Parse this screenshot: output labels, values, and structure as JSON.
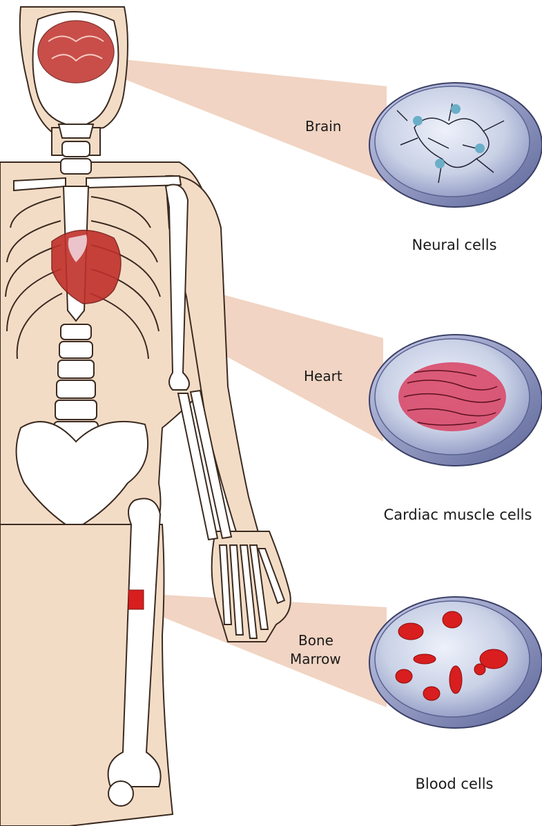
{
  "organs": [
    {
      "id": "brain",
      "label_lines": [
        "Brain"
      ],
      "caption": "Neural cells",
      "dish_cell_color": "#6aaec8"
    },
    {
      "id": "heart",
      "label_lines": [
        "Heart"
      ],
      "caption": "Cardiac muscle cells",
      "dish_cell_color": "#d94a6a"
    },
    {
      "id": "bone-marrow",
      "label_lines": [
        "Bone",
        "Marrow"
      ],
      "caption": "Blood cells",
      "dish_cell_color": "#d81e1e"
    }
  ],
  "colors": {
    "skin": "#f3dcc6",
    "outline": "#3a2a20",
    "bone": "#ffffff",
    "beam": "#e9c4ae",
    "organ_red": "#c0302a",
    "dish_fill": "#c9d1e6",
    "dish_rim": "#7d86b4"
  }
}
